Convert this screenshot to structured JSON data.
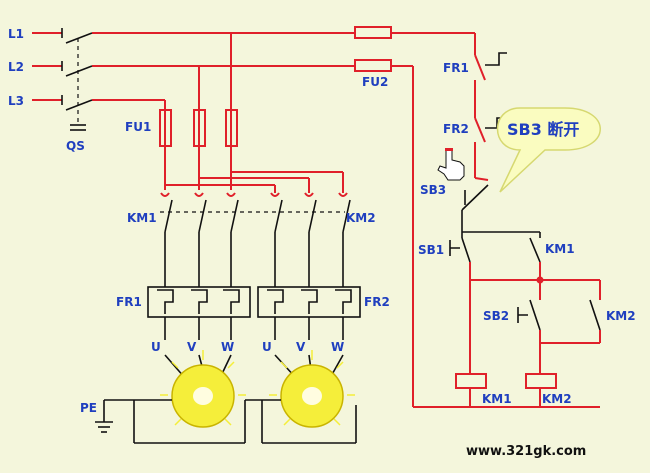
{
  "labels": {
    "L1": "L1",
    "L2": "L2",
    "L3": "L3",
    "QS": "QS",
    "FU1": "FU1",
    "FU2": "FU2",
    "KM1_main": "KM1",
    "KM2_main": "KM2",
    "FR1_main": "FR1",
    "FR2_main": "FR2",
    "U1": "U",
    "V1": "V",
    "W1": "W",
    "U2": "U",
    "V2": "V",
    "W2": "W",
    "PE": "PE",
    "FR1_ctrl": "FR1",
    "FR2_ctrl": "FR2",
    "SB3": "SB3",
    "SB1": "SB1",
    "SB2": "SB2",
    "KM1_aux": "KM1",
    "KM2_aux": "KM2",
    "KM1_coil": "KM1",
    "KM2_coil": "KM2"
  },
  "callout": {
    "text": "SB3 断开"
  },
  "watermark": "www.321gk.com",
  "colors": {
    "wire": "#e0202a",
    "label": "#1f3fbf",
    "motor": "#f5ee3a",
    "background": "#f4f6dc",
    "callout_fill": "#fafcc0"
  },
  "icons": [
    "hand-pointer-icon",
    "motor-icon"
  ]
}
